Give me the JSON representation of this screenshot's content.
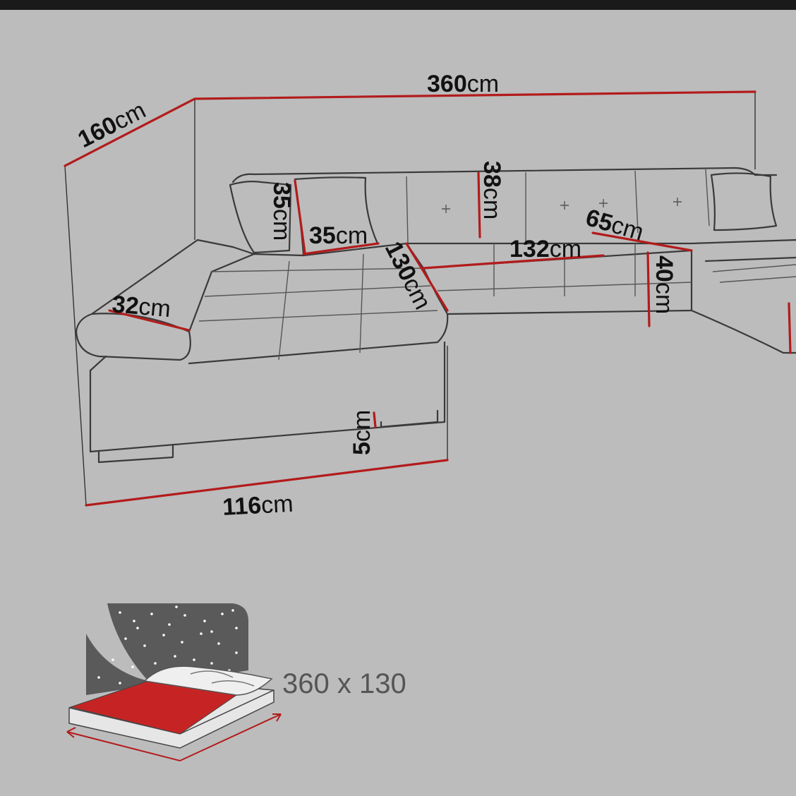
{
  "diagram": {
    "dimensions": {
      "width_total": {
        "value": "360",
        "unit": "cm"
      },
      "depth_left": {
        "value": "160",
        "unit": "cm"
      },
      "back_height": {
        "value": "38",
        "unit": "cm"
      },
      "cushion_height": {
        "value": "35",
        "unit": "cm"
      },
      "cushion_width": {
        "value": "35",
        "unit": "cm"
      },
      "chaise_depth": {
        "value": "130",
        "unit": "cm"
      },
      "seat_width_center": {
        "value": "132",
        "unit": "cm"
      },
      "seat_depth_center": {
        "value": "65",
        "unit": "cm"
      },
      "seat_height": {
        "value": "40",
        "unit": "cm"
      },
      "arm_width": {
        "value": "32",
        "unit": "cm"
      },
      "leg_height": {
        "value": "5",
        "unit": "cm"
      },
      "chaise_width": {
        "value": "116",
        "unit": "cm"
      }
    },
    "bed_function": {
      "label": "360 x 130",
      "colors": {
        "mattress": "#c62424",
        "headboard": "#5a5a5a"
      }
    },
    "colors": {
      "dimension_line": "#b31b1b",
      "sofa_outline": "#3a3a3a",
      "background": "#bcbcbc"
    }
  }
}
